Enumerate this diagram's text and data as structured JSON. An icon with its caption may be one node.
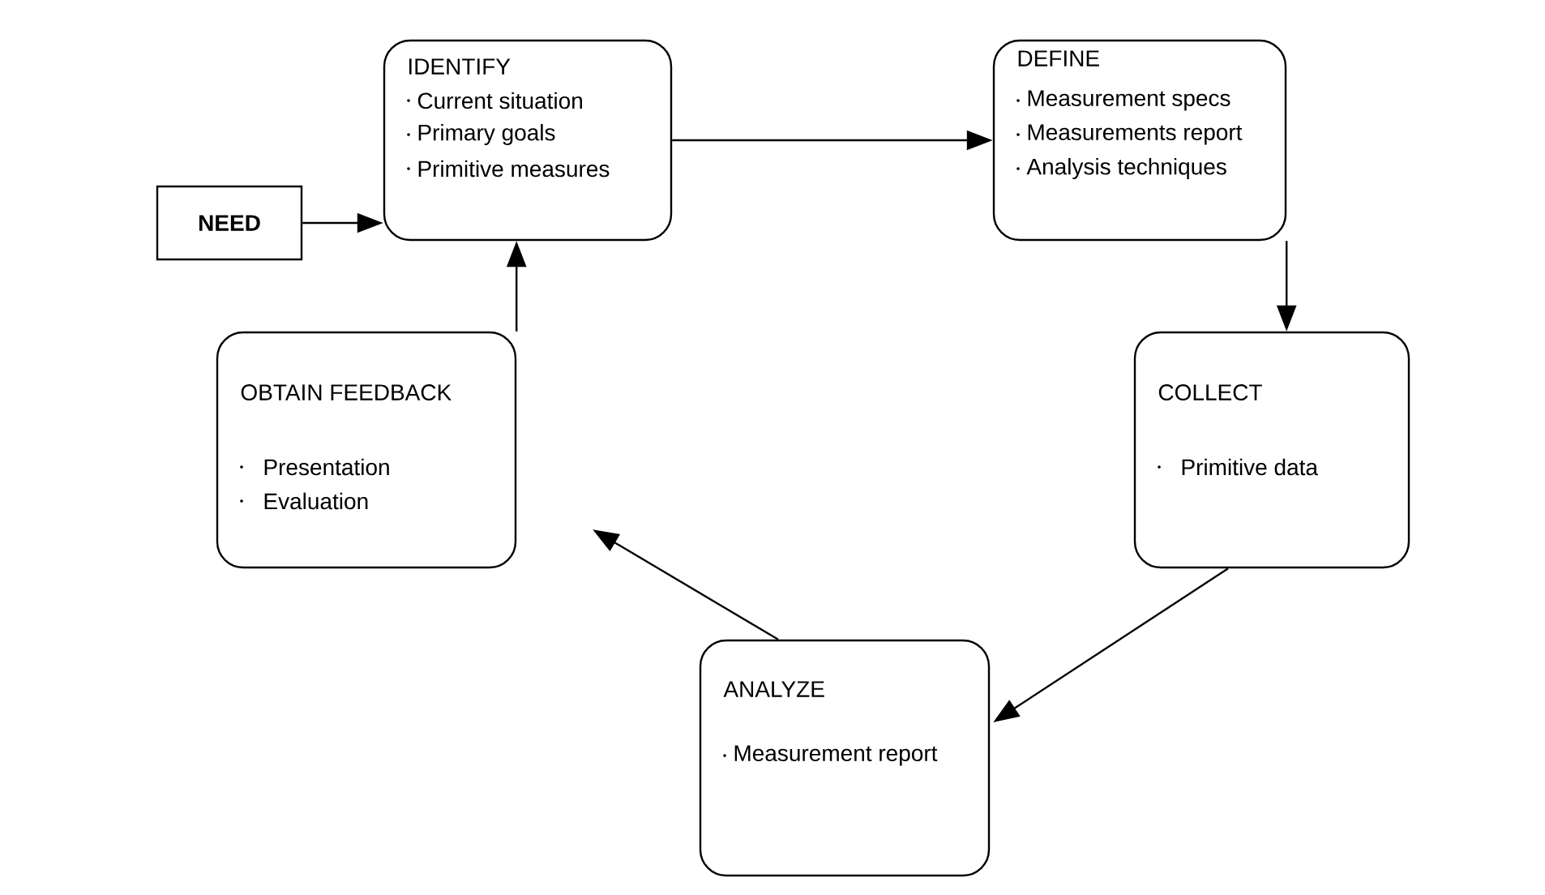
{
  "diagram": {
    "nodes": [
      {
        "text": [
          "NEED"
        ]
      },
      {
        "text": [
          "IDENTIFY",
          "Current situation",
          "Primary goals",
          "Primitive measures"
        ]
      },
      {
        "text": [
          "DEFINE",
          "Measurement specs",
          "Measurements report",
          "Analysis techniques"
        ]
      },
      {
        "text": [
          "COLLECT",
          "Primitive data"
        ]
      },
      {
        "text": [
          "ANALYZE",
          "Measurement report"
        ]
      },
      {
        "text": [
          "OBTAIN FEEDBACK",
          "Presentation",
          "Evaluation"
        ]
      }
    ],
    "edges": [
      {
        "from": 0,
        "to": 1,
        "arrow": "to"
      },
      {
        "from": 1,
        "to": 2,
        "arrow": "to"
      },
      {
        "from": 2,
        "to": 3,
        "arrow": "to"
      },
      {
        "from": 3,
        "to": 4,
        "arrow": "to"
      },
      {
        "from": 4,
        "to": 5,
        "arrow": "to"
      },
      {
        "from": 5,
        "to": 1,
        "arrow": "to"
      }
    ]
  }
}
